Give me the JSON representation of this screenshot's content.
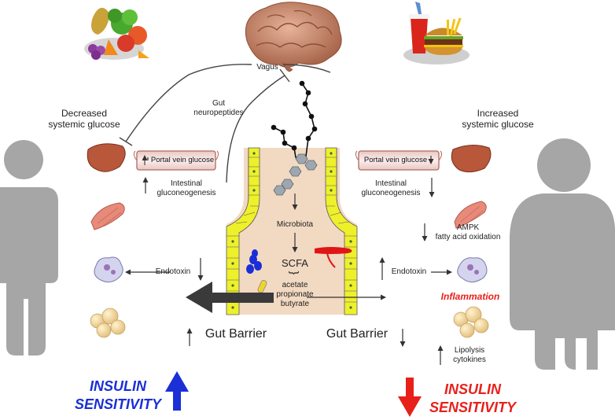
{
  "nerve": {
    "vagus": "Vagus",
    "gut_neuropeptides": "Gut\nneuropeptides"
  },
  "left": {
    "glucose": "Decreased\nsystemic glucose",
    "portal": "Portal vein glucose",
    "igng": "Intestinal\ngluconeogenesis",
    "endotoxin": "Endotoxin",
    "gut_barrier": "Gut Barrier",
    "insulin": "INSULIN\nSENSITIVITY"
  },
  "right": {
    "glucose": "Increased\nsystemic glucose",
    "portal": "Portal vein glucose",
    "igng": "Intestinal\ngluconeogenesis",
    "ampk": "AMPK\nfatty acid oxidation",
    "endotoxin": "Endotoxin",
    "inflammation": "Inflammation",
    "gut_barrier": "Gut Barrier",
    "lipolysis": "Lipolysis\ncytokines",
    "insulin": "INSULIN\nSENSITIVITY"
  },
  "center": {
    "microbiota": "Microbiota",
    "scfa": "SCFA",
    "scfa_types": "acetate\npropionate\nbutyrate"
  },
  "colors": {
    "blue": "#1a1ae8",
    "red": "#e8201a",
    "figure": "#a6a6a6",
    "lumen": "#f2d9c2",
    "epithelium": "#eef02a"
  }
}
